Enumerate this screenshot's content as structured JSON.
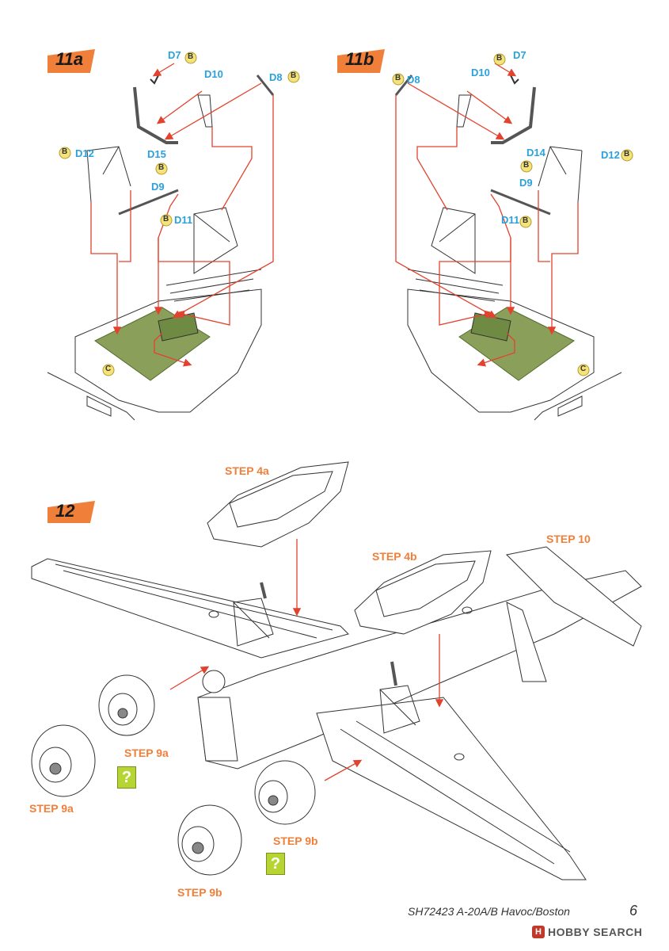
{
  "steps": {
    "s11a": {
      "label": "11a"
    },
    "s11b": {
      "label": "11b"
    },
    "s12": {
      "label": "12"
    }
  },
  "parts": {
    "a": {
      "d7": "D7",
      "d10": "D10",
      "d8": "D8",
      "d12": "D12",
      "d15": "D15",
      "d9": "D9",
      "d11": "D11"
    },
    "b": {
      "d8": "D8",
      "d10": "D10",
      "d7": "D7",
      "d14": "D14",
      "d12": "D12",
      "d9": "D9",
      "d11": "D11"
    }
  },
  "sprues": {
    "b": "B",
    "c": "C"
  },
  "refs": {
    "step4a": "STEP 4a",
    "step4b": "STEP 4b",
    "step10": "STEP 10",
    "step9a_1": "STEP 9a",
    "step9a_2": "STEP 9a",
    "step9b_1": "STEP 9b",
    "step9b_2": "STEP 9b"
  },
  "question_mark": "?",
  "footer": {
    "code": "SH72423 A-20A/B Havoc/Boston",
    "page": "6",
    "brand_mark": "H",
    "brand": "HOBBY SEARCH"
  },
  "colors": {
    "accent_orange": "#f07f3a",
    "part_blue": "#2aa1dc",
    "arrow_red": "#e2432e",
    "floor_green": "#8aa05a",
    "sprue_yellow": "#f4e27a",
    "question_green": "#b7d532"
  }
}
